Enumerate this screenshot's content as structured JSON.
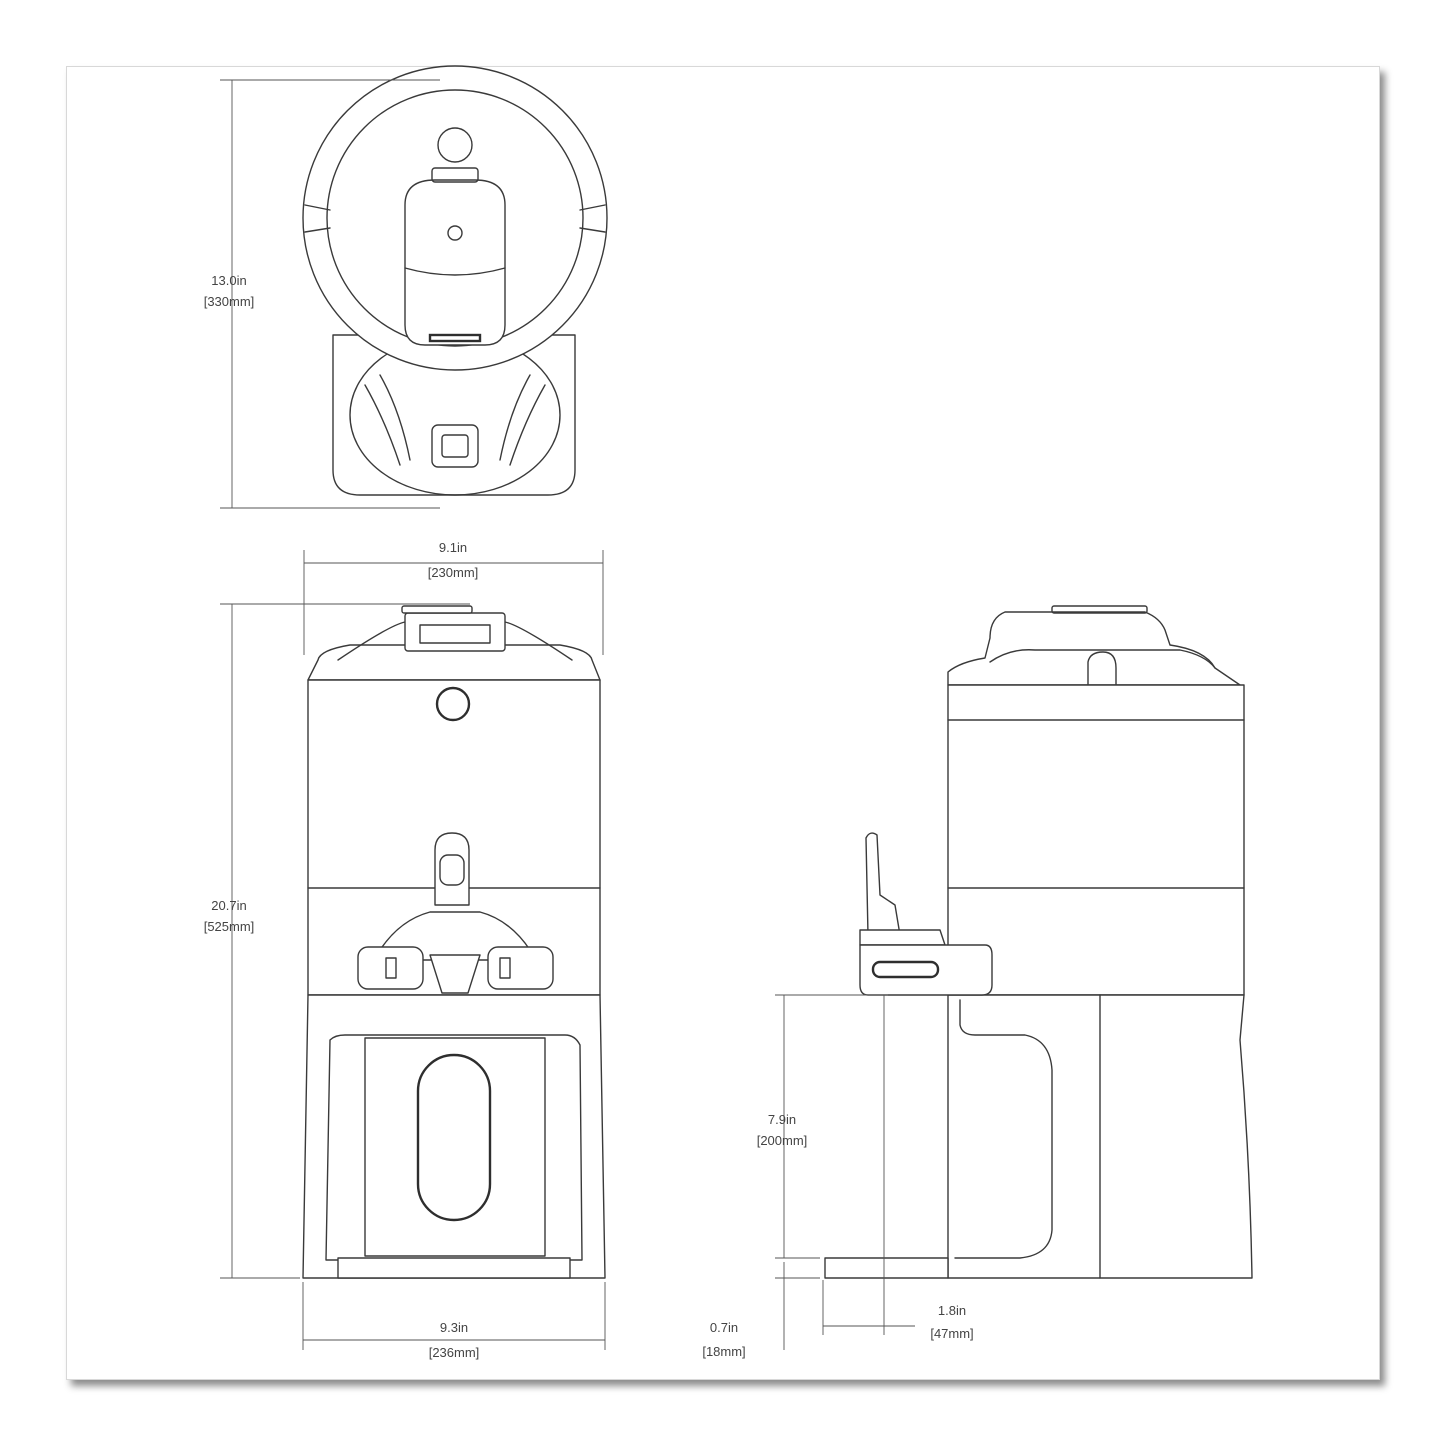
{
  "dimensions": {
    "top_height": {
      "imperial": "13.0in",
      "metric": "[330mm]"
    },
    "width_top": {
      "imperial": "9.1in",
      "metric": "[230mm]"
    },
    "total_height": {
      "imperial": "20.7in",
      "metric": "[525mm]"
    },
    "width_base": {
      "imperial": "9.3in",
      "metric": "[236mm]"
    },
    "faucet_clearance": {
      "imperial": "7.9in",
      "metric": "[200mm]"
    },
    "base_offset": {
      "imperial": "0.7in",
      "metric": "[18mm]"
    },
    "spout_reach": {
      "imperial": "1.8in",
      "metric": "[47mm]"
    }
  },
  "colors": {
    "line": "#3a3a3a",
    "dimension": "#555555",
    "sheet": "#ffffff",
    "shadow": "#000000"
  }
}
